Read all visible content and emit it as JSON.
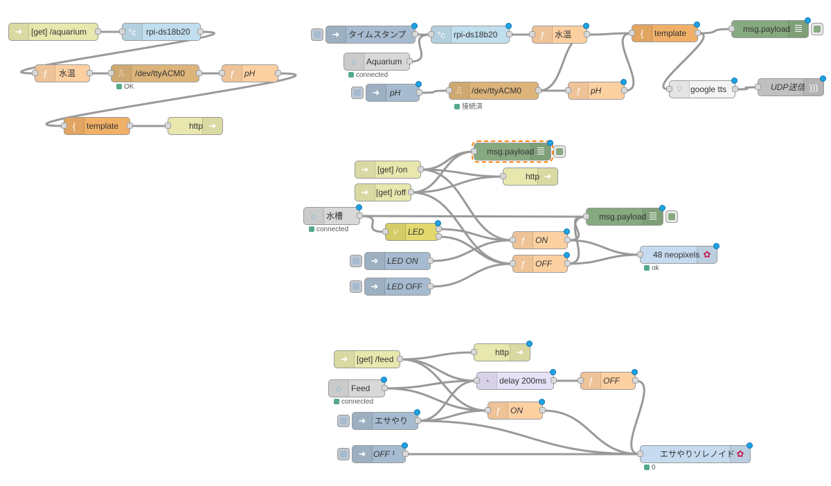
{
  "colors": {
    "http_in": "#e7e7ae",
    "function": "#fdd0a2",
    "template": "#f0b068",
    "serial": "#d8bfd8",
    "serial_actual": "#dcb47a",
    "inject": "#a6bbcf",
    "sensor": "#c0deed",
    "debug": "#87a980",
    "switch": "#e2d96e",
    "mqtt": "#d8d8d8",
    "delay": "#e6e0f8",
    "tts": "#f3f3f3",
    "udp": "#c0c0c0",
    "gpio": "#c6dbef",
    "wire": "#999999",
    "status_ok": "#55aa88",
    "changed_dot": "#1fa3e2"
  },
  "nodes": {
    "get_aquarium": {
      "label": "[get] /aquarium",
      "icon": "http-icon"
    },
    "rpi1": {
      "label": "rpi-ds18b20",
      "icon": "thermometer-icon"
    },
    "fn_suion1": {
      "label": "水温",
      "icon": "function-icon"
    },
    "serial1": {
      "label": "/dev/ttyACM0",
      "icon": "serial-icon",
      "status": "OK"
    },
    "fn_ph1": {
      "label": "pH",
      "icon": "function-icon"
    },
    "tpl1": {
      "label": "template",
      "icon": "template-icon"
    },
    "http1": {
      "label": "http",
      "icon": "http-icon"
    },
    "inj_timestamp": {
      "label": "タイムスタンプ",
      "icon": "inject-icon"
    },
    "rpi2": {
      "label": "rpi-ds18b20",
      "icon": "thermometer-icon"
    },
    "fn_suion2": {
      "label": "水温",
      "icon": "function-icon"
    },
    "tpl2": {
      "label": "template",
      "icon": "template-icon"
    },
    "dbg_top": {
      "label": "msg.payload",
      "icon": "debug-icon"
    },
    "mqtt_aquarium": {
      "label": "Aquarium",
      "icon": "mqtt-icon",
      "status": "connected"
    },
    "inj_ph": {
      "label": "pH",
      "icon": "inject-icon"
    },
    "serial2": {
      "label": "/dev/ttyACM0",
      "icon": "serial-icon",
      "status": "接続済"
    },
    "fn_ph2": {
      "label": "pH",
      "icon": "function-icon"
    },
    "tts": {
      "label": "google tts",
      "icon": "tts-icon"
    },
    "udp": {
      "label": "UDP送信",
      "icon": "udp-icon"
    },
    "dbg_mid1": {
      "label": "msg.payload",
      "icon": "debug-icon"
    },
    "get_on": {
      "label": "[get] /on",
      "icon": "http-icon"
    },
    "http_mid": {
      "label": "http",
      "icon": "http-icon"
    },
    "get_off": {
      "label": "[get] /off",
      "icon": "http-icon"
    },
    "mqtt_tank": {
      "label": "水槽",
      "icon": "mqtt-icon",
      "status": "connected"
    },
    "dbg_mid2": {
      "label": "msg.payload",
      "icon": "debug-icon"
    },
    "sw_led": {
      "label": "LED",
      "icon": "switch-icon"
    },
    "fn_on": {
      "label": "ON",
      "icon": "function-icon"
    },
    "fn_off": {
      "label": "OFF",
      "icon": "function-icon"
    },
    "neo": {
      "label": "48 neopixels",
      "icon": "raspberry-icon",
      "status": "ok"
    },
    "inj_led_on": {
      "label": "LED ON",
      "icon": "inject-icon"
    },
    "inj_led_off": {
      "label": "LED OFF",
      "icon": "inject-icon"
    },
    "get_feed": {
      "label": "[get] /feed",
      "icon": "http-icon"
    },
    "http_feed": {
      "label": "http",
      "icon": "http-icon"
    },
    "mqtt_feed": {
      "label": "Feed",
      "icon": "mqtt-icon",
      "status": "connected"
    },
    "delay": {
      "label": "delay 200ms",
      "icon": "timer-icon"
    },
    "fn_off2": {
      "label": "OFF",
      "icon": "function-icon"
    },
    "fn_on2": {
      "label": "ON",
      "icon": "function-icon"
    },
    "inj_esa": {
      "label": "エサやり",
      "icon": "inject-icon"
    },
    "inj_off": {
      "label": "OFF ¹",
      "icon": "inject-icon"
    },
    "solenoid": {
      "label": "エサやりソレノイド",
      "icon": "raspberry-icon",
      "status": "0"
    }
  }
}
